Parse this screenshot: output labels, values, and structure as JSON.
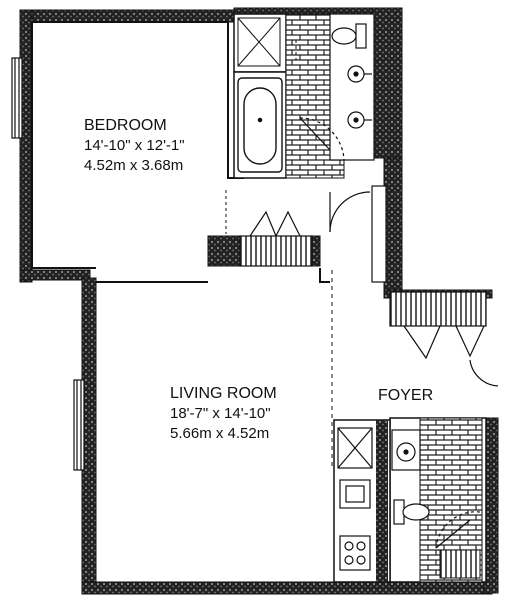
{
  "rooms": {
    "bedroom": {
      "name": "BEDROOM",
      "dim_imperial": "14'-10\" x 12'-1\"",
      "dim_metric": "4.52m x 3.68m"
    },
    "living_room": {
      "name": "LIVING ROOM",
      "dim_imperial": "18'-7\" x 14'-10\"",
      "dim_metric": "5.66m x 4.52m"
    },
    "foyer": {
      "name": "FOYER"
    }
  },
  "colors": {
    "wall": "#1a1a1a",
    "hatch": "#3a3a3a",
    "background": "#ffffff"
  }
}
